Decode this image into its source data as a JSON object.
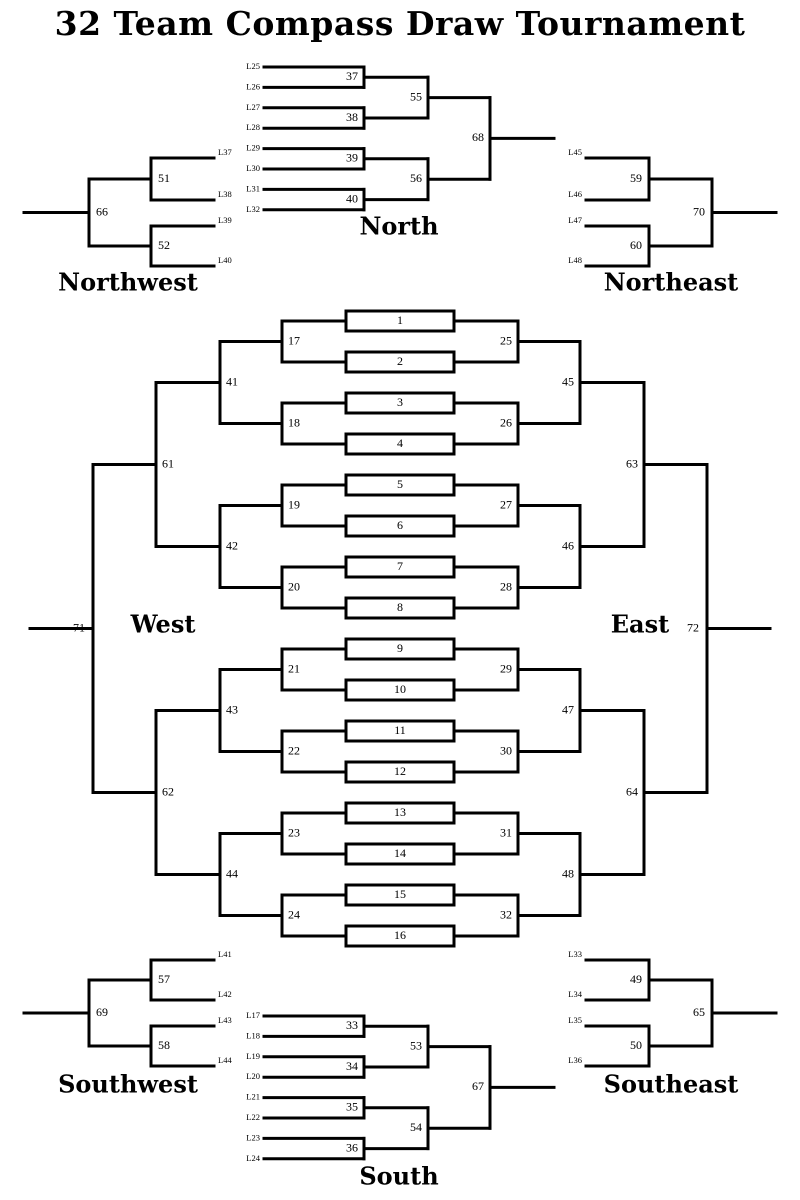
{
  "title": "32 Team Compass Draw Tournament",
  "colors": {
    "line": "#000000",
    "background": "#ffffff"
  },
  "regions": {
    "north": "North",
    "northwest": "Northwest",
    "northeast": "Northeast",
    "west": "West",
    "east": "East",
    "southwest": "Southwest",
    "southeast": "Southeast",
    "south": "South"
  },
  "first_round_games": [
    "1",
    "2",
    "3",
    "4",
    "5",
    "6",
    "7",
    "8",
    "9",
    "10",
    "11",
    "12",
    "13",
    "14",
    "15",
    "16"
  ],
  "west_games": {
    "round2": [
      "17",
      "18",
      "19",
      "20",
      "21",
      "22",
      "23",
      "24"
    ],
    "round3": [
      "41",
      "42",
      "43",
      "44"
    ],
    "round4": [
      "61",
      "62"
    ],
    "final": "71"
  },
  "east_games": {
    "round2": [
      "25",
      "26",
      "27",
      "28",
      "29",
      "30",
      "31",
      "32"
    ],
    "round3": [
      "45",
      "46",
      "47",
      "48"
    ],
    "round4": [
      "63",
      "64"
    ],
    "final": "72"
  },
  "north": {
    "entries": [
      "L25",
      "L26",
      "L27",
      "L28",
      "L29",
      "L30",
      "L31",
      "L32"
    ],
    "round1": [
      "37",
      "38",
      "39",
      "40"
    ],
    "round2": [
      "55",
      "56"
    ],
    "final": "68"
  },
  "south": {
    "entries": [
      "L17",
      "L18",
      "L19",
      "L20",
      "L21",
      "L22",
      "L23",
      "L24"
    ],
    "round1": [
      "33",
      "34",
      "35",
      "36"
    ],
    "round2": [
      "53",
      "54"
    ],
    "final": "67"
  },
  "northwest": {
    "entries": [
      "L37",
      "L38",
      "L39",
      "L40"
    ],
    "round1": [
      "51",
      "52"
    ],
    "final": "66"
  },
  "northeast": {
    "entries": [
      "L45",
      "L46",
      "L47",
      "L48"
    ],
    "round1": [
      "59",
      "60"
    ],
    "final": "70"
  },
  "southwest": {
    "entries": [
      "L41",
      "L42",
      "L43",
      "L44"
    ],
    "round1": [
      "57",
      "58"
    ],
    "final": "69"
  },
  "southeast": {
    "entries": [
      "L33",
      "L34",
      "L35",
      "L36"
    ],
    "round1": [
      "49",
      "50"
    ],
    "final": "65"
  }
}
